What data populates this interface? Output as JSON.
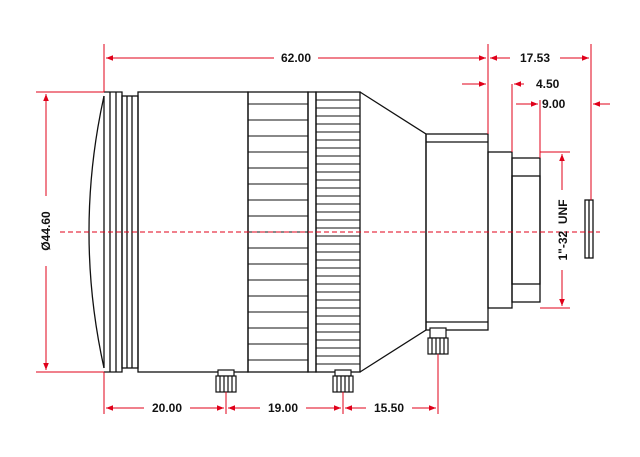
{
  "drawing": {
    "colors": {
      "dimension_line": "#e0001a",
      "outline": "#111111",
      "center_line": "#e0001a",
      "background": "#ffffff"
    },
    "dimensions": {
      "overall_length": "62.00",
      "flange_back": "17.53",
      "thread_length": "4.50",
      "back_focus": "9.00",
      "diameter": "Ø44.60",
      "thread": "1\"-32  UNF",
      "screw_1": "20.00",
      "screw_2": "19.00",
      "screw_3": "15.50"
    }
  }
}
